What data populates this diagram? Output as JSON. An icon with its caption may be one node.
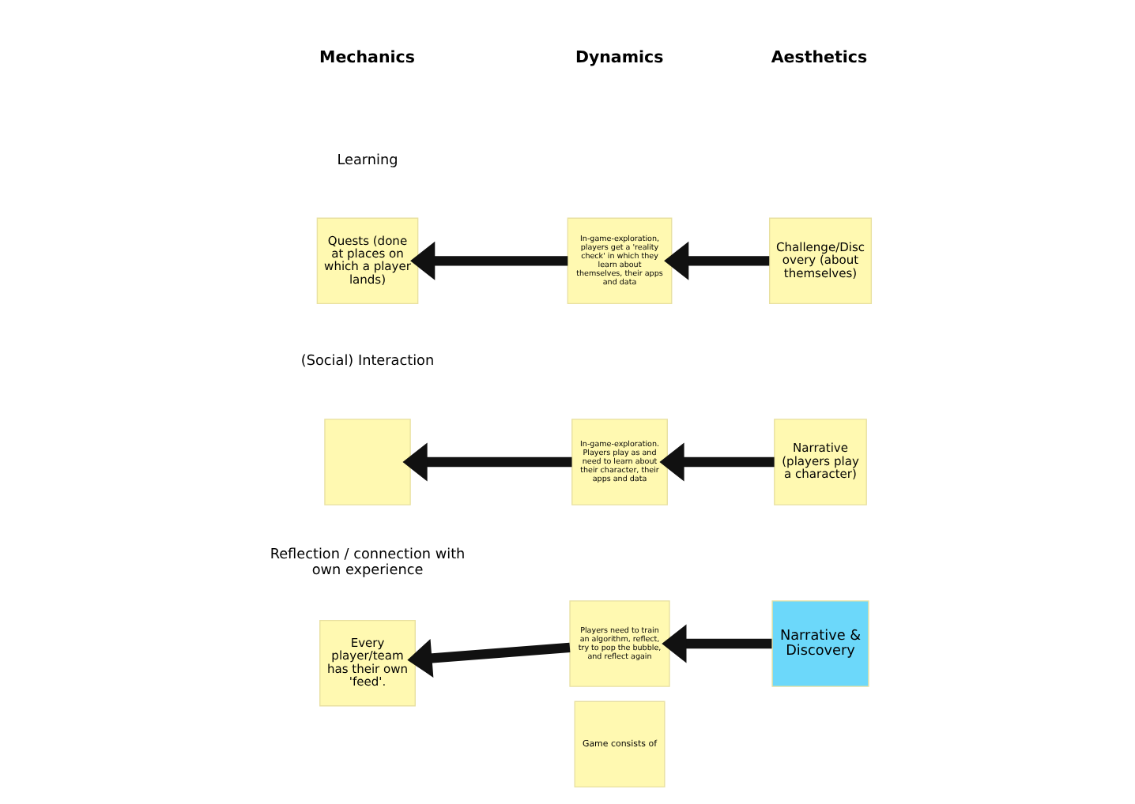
{
  "diagram": {
    "nodes": [
      {
        "text": [
          "Quests (done at places on which a player lands)"
        ]
      },
      {
        "text": [
          "In-game-exploration, players get a 'reality check' in which they learn about themselves, their apps and data"
        ]
      },
      {
        "text": [
          "Challenge/Discovery (about themselves)"
        ]
      },
      {
        "text": [],
        "shape": "box"
      },
      {
        "text": [
          "In-game-exploration. Players play as and need to learn about their character, their apps and data"
        ]
      },
      {
        "text": [
          "Narrative (players play a character)"
        ]
      },
      {
        "text": [
          "Every player/team has their own 'feed'."
        ]
      },
      {
        "text": [
          "Players need to train an algorithm, reflect, try to pop the bubble, and reflect again"
        ]
      },
      {
        "text": [
          "Narrative & Discovery"
        ]
      },
      {
        "text": [
          "Game consists of"
        ]
      }
    ],
    "edges": [
      {
        "from": 2,
        "to": 1,
        "arrow": "to"
      },
      {
        "from": 1,
        "to": 0,
        "arrow": "to"
      },
      {
        "from": 5,
        "to": 4,
        "arrow": "to"
      },
      {
        "from": 4,
        "to": 3,
        "arrow": "to"
      },
      {
        "from": 8,
        "to": 7,
        "arrow": "to"
      },
      {
        "from": 7,
        "to": 6,
        "arrow": "to"
      }
    ],
    "labels": [
      "Mechanics",
      "Dynamics",
      "Aesthetics",
      "Learning",
      "(Social) Interaction",
      "Reflection / connection with own experience"
    ]
  }
}
